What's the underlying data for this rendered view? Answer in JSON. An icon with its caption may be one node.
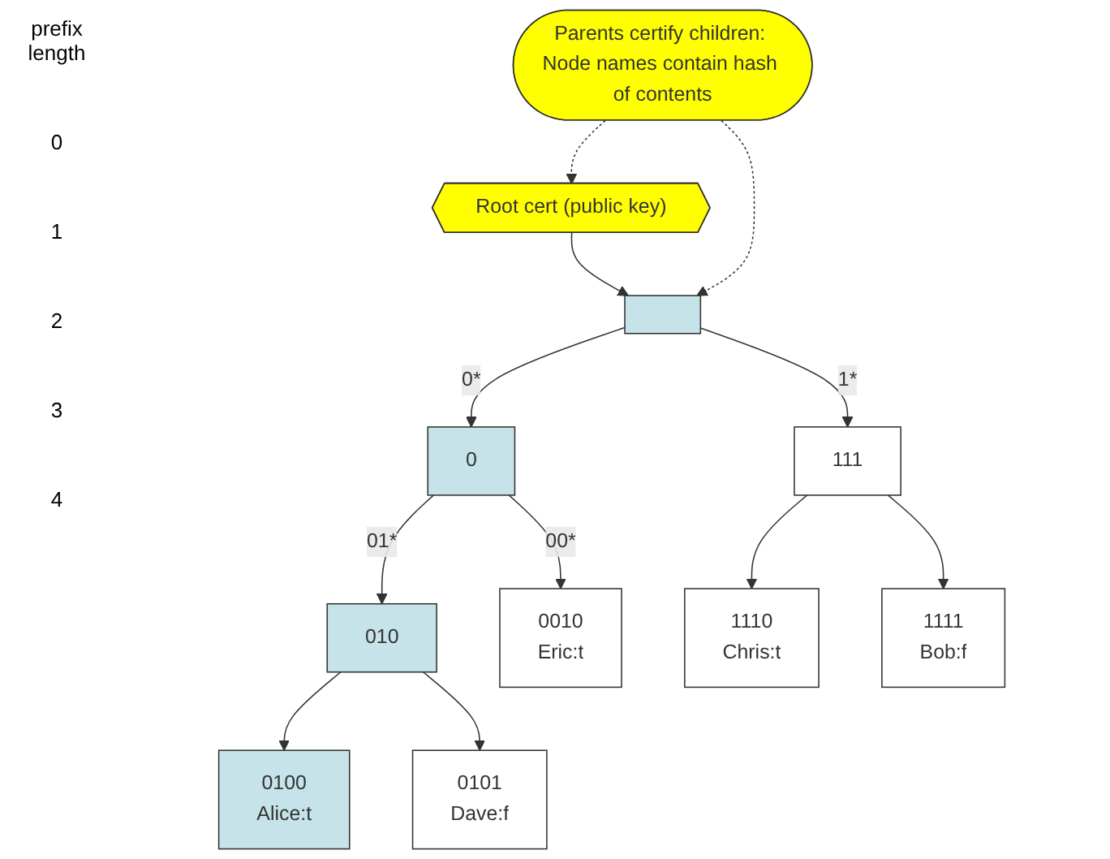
{
  "diagram": {
    "nodes": [
      {
        "text": [
          "Root cert (public key)"
        ]
      },
      {
        "text": [],
        "shape": "box"
      },
      {
        "text": [
          "Parents certify children: Node names contain hash of contents"
        ]
      },
      {
        "text": [
          "0"
        ]
      },
      {
        "text": [
          "010"
        ]
      },
      {
        "text": [
          "111"
        ]
      },
      {
        "text": [
          "0010",
          "Eric:t"
        ]
      },
      {
        "text": [
          "0100",
          "Alice:t"
        ]
      },
      {
        "text": [
          "0101",
          "Dave:f"
        ]
      },
      {
        "text": [
          "1110",
          "Chris:t"
        ]
      },
      {
        "text": [
          "1111",
          "Bob:f"
        ]
      }
    ],
    "edges": [
      {
        "from": 0,
        "to": 1,
        "arrow": "to"
      },
      {
        "from": 2,
        "to": 0,
        "arrow": "to",
        "style": "dashed"
      },
      {
        "from": 2,
        "to": 1,
        "arrow": "to",
        "style": "dashed"
      },
      {
        "from": 1,
        "to": 3,
        "arrow": "to",
        "label": "0*"
      },
      {
        "from": 1,
        "to": 5,
        "arrow": "to",
        "label": "1*"
      },
      {
        "from": 3,
        "to": 6,
        "arrow": "to",
        "label": "00*"
      },
      {
        "from": 3,
        "to": 4,
        "arrow": "to",
        "label": "01*"
      },
      {
        "from": 4,
        "to": 7,
        "arrow": "to"
      },
      {
        "from": 4,
        "to": 8,
        "arrow": "to"
      },
      {
        "from": 5,
        "to": 9,
        "arrow": "to"
      },
      {
        "from": 5,
        "to": 10,
        "arrow": "to"
      }
    ],
    "labels": [
      "prefix length",
      "0",
      "1",
      "2",
      "3",
      "4"
    ]
  }
}
